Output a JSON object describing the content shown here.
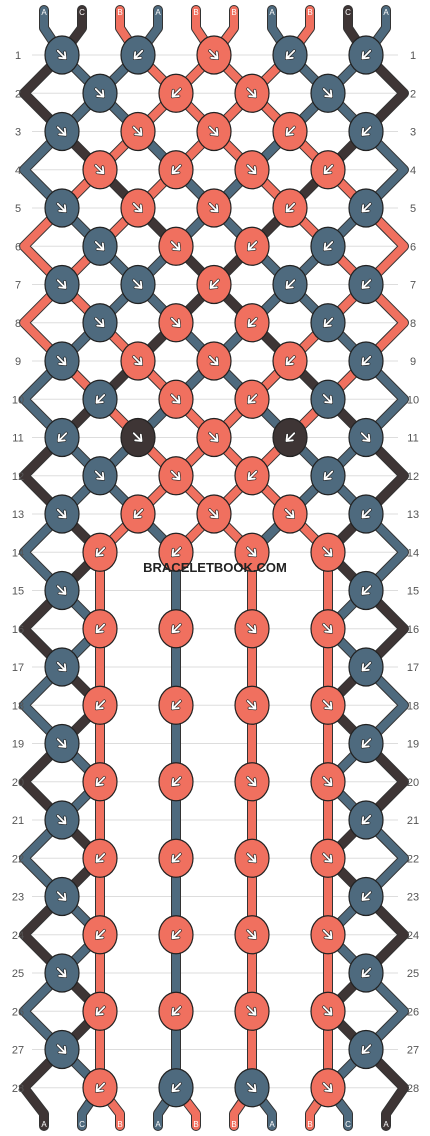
{
  "colors": {
    "A": "#4e6a7e",
    "B": "#f0705f",
    "C": "#3e3535"
  },
  "brand": "BRACELETBOOK.COM",
  "top_strings": [
    "A",
    "C",
    "B",
    "A",
    "B",
    "B",
    "A",
    "B",
    "C",
    "A"
  ],
  "bottom_strings": [
    "A",
    "C",
    "B",
    "A",
    "B",
    "B",
    "A",
    "B",
    "C",
    "A"
  ],
  "rows": [
    "1",
    "2",
    "3",
    "4",
    "5",
    "6",
    "7",
    "8",
    "9",
    "10",
    "11",
    "12",
    "13",
    "14",
    "15",
    "16",
    "17",
    "18",
    "19",
    "20",
    "21",
    "22",
    "23",
    "24",
    "25",
    "26",
    "27",
    "28"
  ],
  "knots": [
    [
      "A:f",
      "A:b",
      "B:f",
      "A:b",
      "A:b"
    ],
    [
      "A:f",
      "B:b",
      "B:f",
      "A:f"
    ],
    [
      "A:f",
      "B:f",
      "B:f",
      "B:b",
      "A:b"
    ],
    [
      "B:f",
      "B:b",
      "B:f",
      "B:b"
    ],
    [
      "A:f",
      "B:f",
      "B:f",
      "B:b",
      "A:b"
    ],
    [
      "A:f",
      "B:f",
      "B:b",
      "A:b"
    ],
    [
      "A:f",
      "A:f",
      "B:b",
      "A:b",
      "A:b"
    ],
    [
      "A:f",
      "B:f",
      "B:b",
      "A:b"
    ],
    [
      "A:f",
      "B:f",
      "B:f",
      "B:b",
      "A:b"
    ],
    [
      "A:b",
      "B:f",
      "B:b",
      "A:f"
    ],
    [
      "A:b",
      "C:f",
      "B:f",
      "C:b",
      "A:f"
    ],
    [
      "A:f",
      "B:f",
      "B:b",
      "A:b"
    ],
    [
      "A:f",
      "B:b",
      "B:f",
      "B:f",
      "A:b"
    ],
    [
      "B:bf",
      "B:bf",
      "B:fb",
      "B:fb"
    ],
    [
      "A:f",
      "A:b"
    ],
    [
      "B:bf",
      "B:bf",
      "B:fb",
      "B:fb"
    ],
    [
      "A:f",
      "A:b"
    ],
    [
      "B:bf",
      "B:bf",
      "B:fb",
      "B:fb"
    ],
    [
      "A:f",
      "A:b"
    ],
    [
      "B:bf",
      "B:bf",
      "B:fb",
      "B:fb"
    ],
    [
      "A:f",
      "A:b"
    ],
    [
      "B:bf",
      "B:bf",
      "B:fb",
      "B:fb"
    ],
    [
      "A:f",
      "A:b"
    ],
    [
      "B:bf",
      "B:bf",
      "B:fb",
      "B:fb"
    ],
    [
      "A:f",
      "A:b"
    ],
    [
      "B:bf",
      "B:bf",
      "B:fb",
      "B:fb"
    ],
    [
      "A:f",
      "A:b"
    ],
    [
      "B:bf",
      "A:bf",
      "A:fb",
      "B:fb"
    ]
  ]
}
